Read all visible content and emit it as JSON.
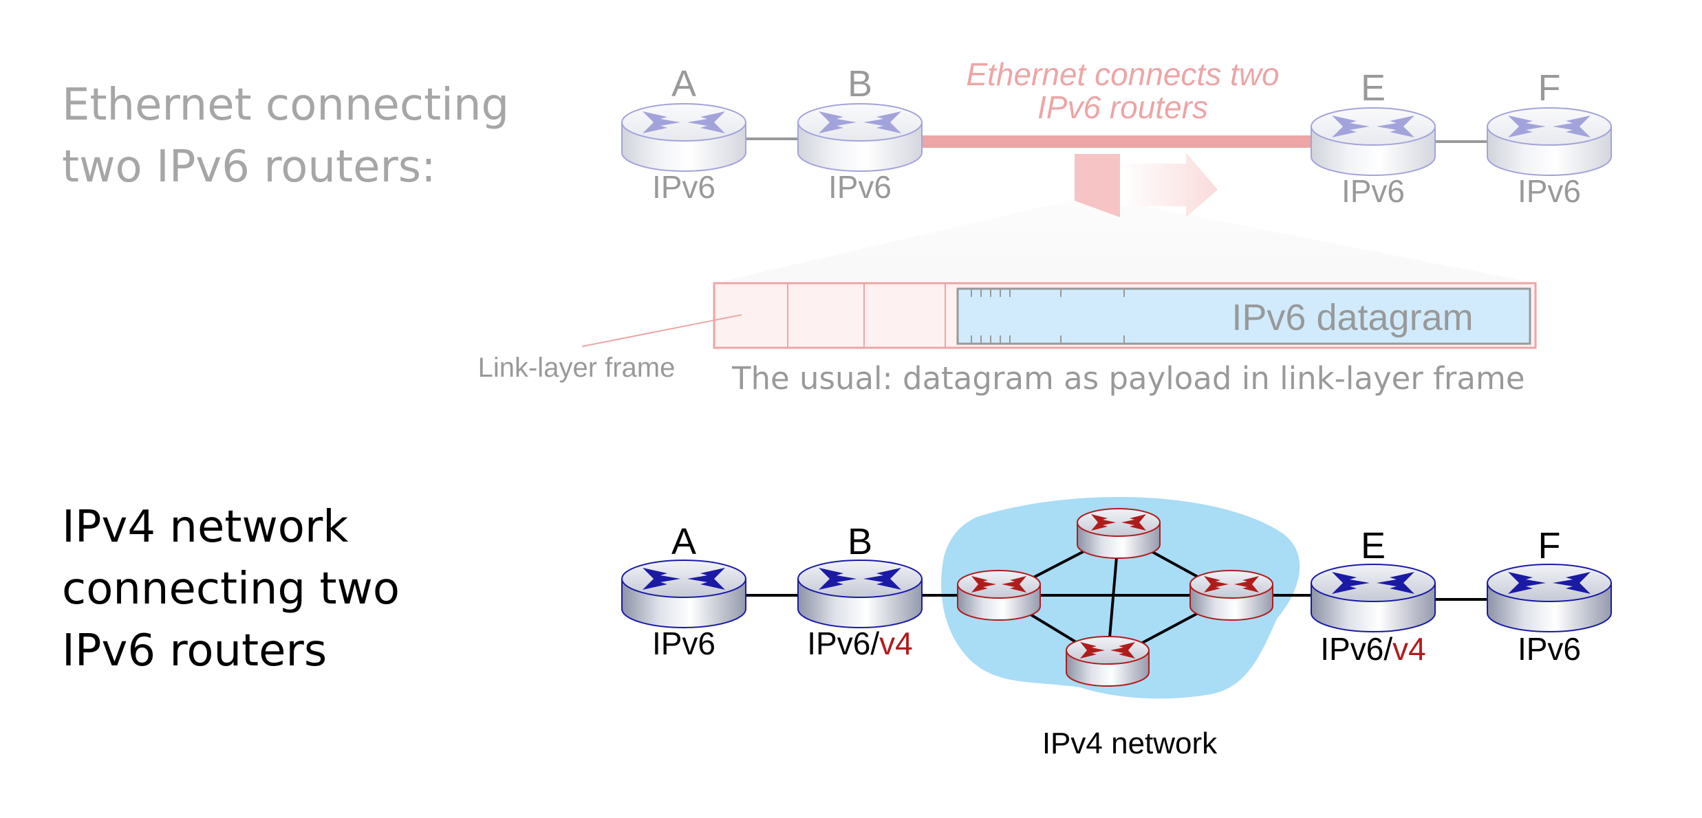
{
  "top_section": {
    "heading_lines": [
      "Ethernet connecting",
      "two IPv6 routers:"
    ],
    "ethernet_caption_lines": [
      "Ethernet connects two",
      "IPv6 routers"
    ],
    "frame_label": "Link-layer frame",
    "datagram_label": "IPv6 datagram",
    "usual_caption": "The usual: datagram as payload in link-layer frame",
    "routers": [
      {
        "letter": "A",
        "label": "IPv6",
        "suffix": ""
      },
      {
        "letter": "B",
        "label": "IPv6",
        "suffix": ""
      },
      {
        "letter": "E",
        "label": "IPv6",
        "suffix": ""
      },
      {
        "letter": "F",
        "label": "IPv6",
        "suffix": ""
      }
    ]
  },
  "bottom_section": {
    "heading_lines": [
      "IPv4 network",
      "connecting two",
      "IPv6 routers"
    ],
    "network_label": "IPv4 network",
    "routers": [
      {
        "letter": "A",
        "label": "IPv6",
        "suffix": ""
      },
      {
        "letter": "B",
        "label": "IPv6/",
        "suffix": "v4"
      },
      {
        "letter": "E",
        "label": "IPv6/",
        "suffix": "v4"
      },
      {
        "letter": "F",
        "label": "IPv6",
        "suffix": ""
      }
    ]
  },
  "colors": {
    "faded_gray": "#a6a6a6",
    "ethernet_pink": "#eea3a3",
    "ipv6_blue": "#1a1aa6",
    "ipv4_red": "#b01c1c",
    "cloud_blue": "#a9dcf5",
    "datagram_fill": "#d2ecfc"
  }
}
